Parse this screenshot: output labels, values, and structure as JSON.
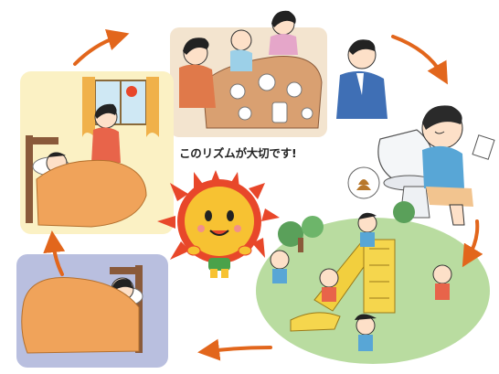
{
  "caption": "このリズムが大切です!",
  "scenes": [
    {
      "id": "breakfast",
      "name": "family-breakfast-scene"
    },
    {
      "id": "toilet",
      "name": "child-on-toilet-scene"
    },
    {
      "id": "playground",
      "name": "playground-play-scene"
    },
    {
      "id": "sleep",
      "name": "child-sleeping-scene"
    },
    {
      "id": "wakeup",
      "name": "morning-wakeup-scene"
    }
  ],
  "mascot": {
    "name": "sun-mascot"
  },
  "colors": {
    "arrow": "#e2661c",
    "wake_bg": "#fbf1c4",
    "sleep_bg": "#b9bfdf",
    "grass": "#b9dca0",
    "blanket": "#f0a35a",
    "sun": "#f7c232",
    "sun_rays": "#e8472a"
  }
}
